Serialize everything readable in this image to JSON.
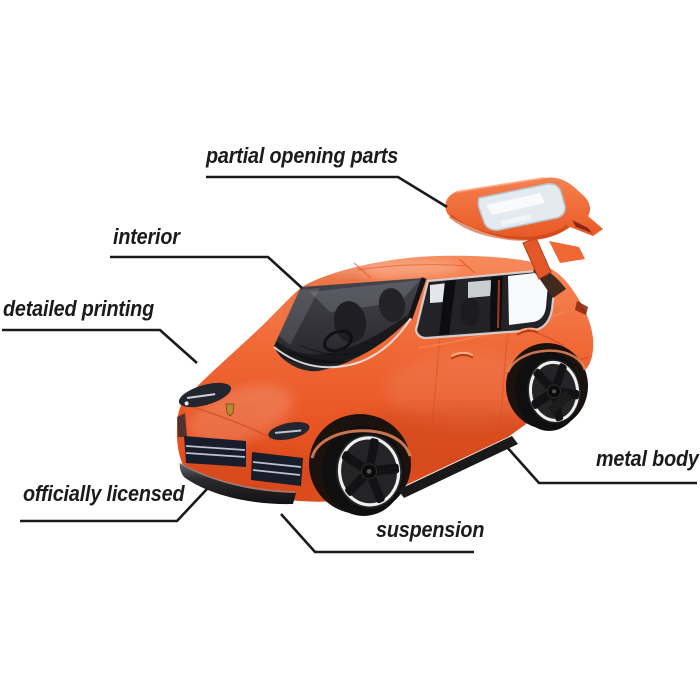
{
  "background_color": "#ffffff",
  "product": {
    "name": "orange die-cast toy SUV with open tailgate",
    "body_color": "#EE6130",
    "bumper_trim_color": "#1B1E2E",
    "wheel_ring_color": "#EFEFEF",
    "glass_color": "#E3EAF0"
  },
  "label_text_color": "#1B1B1B",
  "callouts": [
    {
      "id": "partial-opening-parts",
      "label": "partial opening parts"
    },
    {
      "id": "interior",
      "label": "interior"
    },
    {
      "id": "detailed-printing",
      "label": "detailed printing"
    },
    {
      "id": "officially-licensed",
      "label": "officially licensed"
    },
    {
      "id": "suspension",
      "label": "suspension"
    },
    {
      "id": "metal-body",
      "label": "metal body"
    }
  ]
}
